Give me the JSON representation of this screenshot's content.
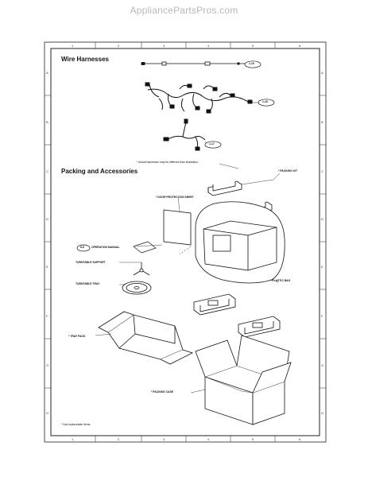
{
  "site": "AppliancePartsPros.com",
  "sections": {
    "wire_harnesses": "Wire Harnesses",
    "packing": "Packing and Accessories"
  },
  "callouts": {
    "h1": "1-15",
    "h2": "1-16",
    "h3": "1-17",
    "manual_ref": "6-5"
  },
  "note_harness": "* Actual harnesses may be different than illustration.",
  "labels": {
    "packing_kit": "* PACKING KIT",
    "door_protection": "* DOOR PROTECTION SHEET",
    "operation_manual": "OPERATION MANUAL",
    "turntable_support": "TURNTABLE SUPPORT",
    "turntable_tray": "TURNTABLE TRAY",
    "plastic_bag": "* PLASTIC BAG",
    "tray_pack": "* TRAY PACK",
    "packing_case": "* PACKING CASE"
  },
  "footer_note": "* Non-replaceable Items.",
  "grid": {
    "columns": [
      "1",
      "2",
      "3",
      "4",
      "5",
      "6"
    ],
    "rows": [
      "A",
      "B",
      "C",
      "D",
      "E",
      "F",
      "G",
      "H"
    ]
  }
}
